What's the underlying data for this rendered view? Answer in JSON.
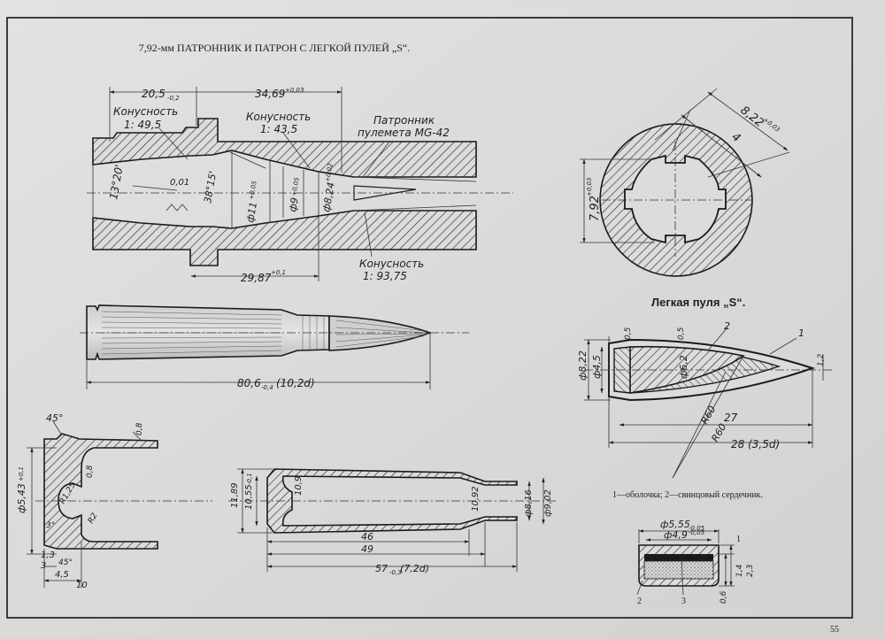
{
  "header": {
    "title": "7,92-мм ПАТРОННИК И ПАТРОН С ЛЕГКОЙ ПУЛЕЙ „S“."
  },
  "chamber": {
    "dim_top_left": "20,5",
    "dim_top_left_tol": "-0,2",
    "dim_top_right": "34,69",
    "dim_top_right_tol": "+0,03",
    "taper_left_label": "Конусность",
    "taper_left_value": "1: 49,5",
    "taper_mid_label": "Конусность",
    "taper_mid_value": "1: 43,5",
    "name_line1": "Патронник",
    "name_line2": "пулемета MG-42",
    "angle": "13°20'",
    "tol_001": "0,01",
    "d38": "38°15'",
    "d11": "ф11",
    "d11_tol": "+0,05",
    "d9": "ф9",
    "d9_tol": "+0,05",
    "d824": "ф8,24",
    "d824_tol": "+0,02",
    "dim_bottom": "29,87",
    "dim_bottom_tol": "+0,1",
    "taper_bottom_label": "Конусность",
    "taper_bottom_value": "1: 93,75"
  },
  "bore": {
    "d822": "8,22",
    "d822_tol": "+0,03",
    "groove": "4",
    "d792": "7,92",
    "d792_tol": "+0,03"
  },
  "cartridge": {
    "length": "80,6",
    "length_tol": "-0,4",
    "length_note": "(10,2d)"
  },
  "bullet": {
    "title": "Легкая пуля „S“.",
    "d822": "ф8,22",
    "d45": "ф4,5",
    "d62": "ф6,2",
    "t025a": "0,5",
    "t025b": "0,5",
    "tip": "1,2",
    "r60a": "R60",
    "r60b": "R60",
    "len27": "27",
    "len28": "28 (3,5d)",
    "label1": "1",
    "label2": "2",
    "legend": "1—оболочка; 2—свинцовый сердечник."
  },
  "head": {
    "a45": "45°",
    "t08": "0,8",
    "d543": "ф5,43",
    "d543_tol": "+0,1",
    "r125": "R1,25",
    "t08b": "0,8",
    "r2": "R2",
    "d3a": "3°",
    "d13": "1,3",
    "d3": "3",
    "a45b": "45°",
    "d45": "4,5",
    "d10": "10"
  },
  "case": {
    "d1189": "11,89",
    "d1055": "10,55",
    "d1055_tol": "-0,1",
    "d109": "10,9",
    "d1092": "10,92",
    "d816": "ф8,16",
    "d902": "ф9,02",
    "len46": "46",
    "len49": "49",
    "len57": "57",
    "len57_tol": "-0,3",
    "len57_note": "(7,2d)"
  },
  "primer": {
    "d555": "ф5,55",
    "d555_tol": "-0,05",
    "d49": "ф4,9",
    "d49_tol": "-0,05",
    "n1": "1",
    "n2": "2",
    "n3": "3",
    "h14": "1,4",
    "h23": "2,3",
    "h06": "0,6"
  },
  "page_number": "55"
}
